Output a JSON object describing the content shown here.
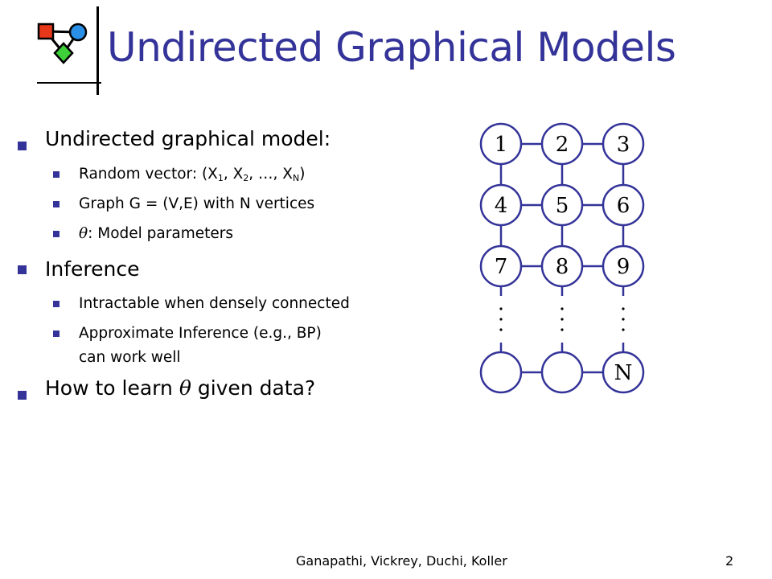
{
  "title": "Undirected Graphical Models",
  "bullets": {
    "b1": "Undirected graphical model:",
    "b1_1_prefix": "Random vector: (X",
    "b1_1_sub1": "1",
    "b1_1_sep1": ", X",
    "b1_1_sub2": "2",
    "b1_1_sep2": ", …, X",
    "b1_1_sub3": "N",
    "b1_1_suffix": ")",
    "b1_2": "Graph G = (V,E) with N vertices",
    "b1_3_theta": "θ",
    "b1_3_text": ": Model parameters",
    "b2": "Inference",
    "b2_1": "Intractable when densely connected",
    "b2_2_line1": "Approximate Inference (e.g., BP)",
    "b2_2_line2": "can work well",
    "b3_prefix": "How to learn ",
    "b3_theta": "θ",
    "b3_suffix": " given data?"
  },
  "graph": {
    "nodes": [
      "1",
      "2",
      "3",
      "4",
      "5",
      "6",
      "7",
      "8",
      "9",
      "",
      "",
      "N"
    ]
  },
  "footer": {
    "authors": "Ganapathi, Vickrey, Duchi, Koller",
    "page": "2"
  },
  "colors": {
    "accent": "#333399",
    "logo_red": "#e8381a",
    "logo_blue": "#2a8fe6",
    "logo_green": "#3fcf3a"
  }
}
